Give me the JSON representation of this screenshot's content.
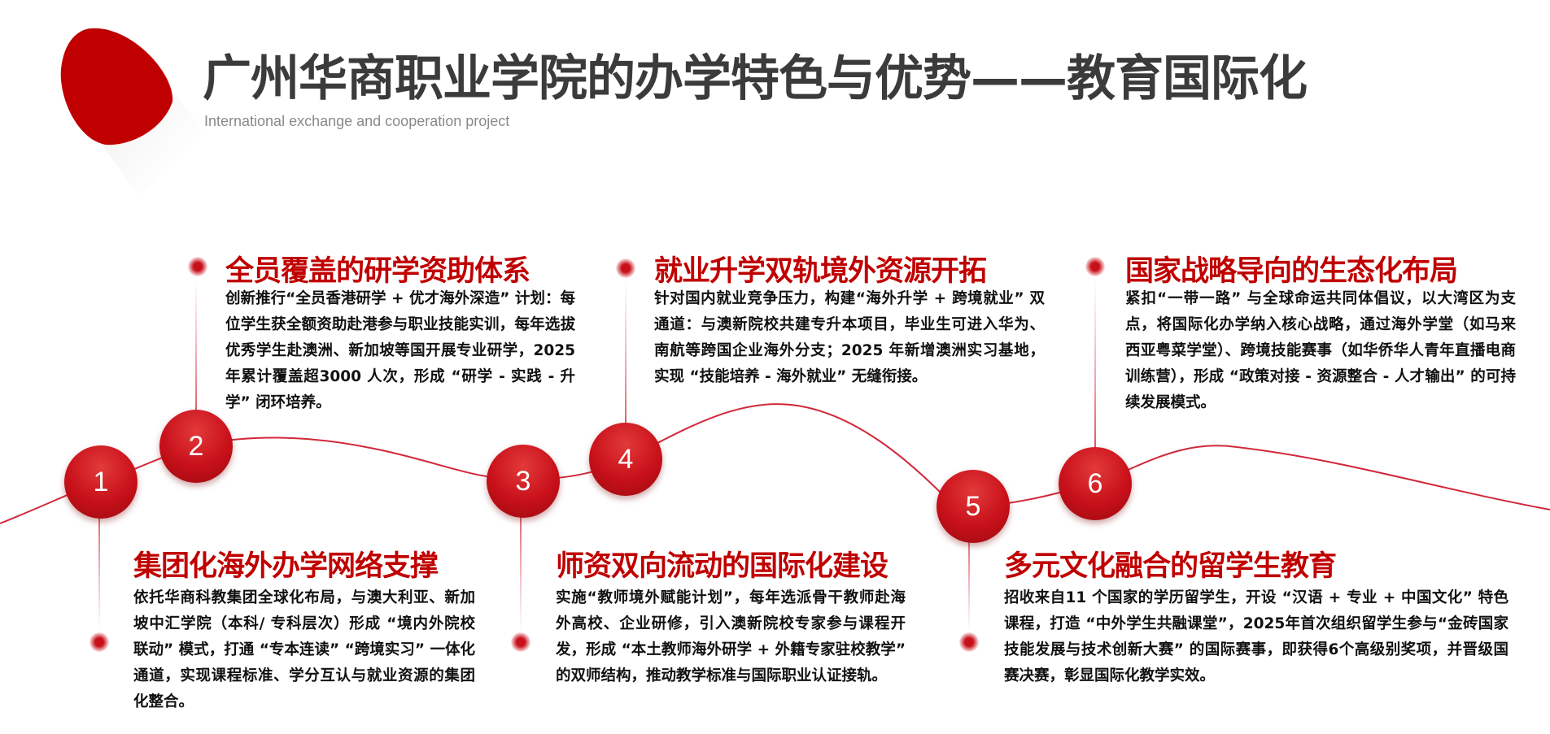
{
  "header": {
    "title": "广州华商职业学院的办学特色与优势——教育国际化",
    "subtitle": "International exchange and cooperation project"
  },
  "colors": {
    "accent": "#c00000",
    "title": "#3b3b3b"
  },
  "items": [
    {
      "number": "1",
      "heading": "集团化海外办学网络支撑",
      "body": "依托华商科教集团全球化布局，与澳大利亚、新加坡中汇学院（本科/ 专科层次）形成 “境内外院校联动” 模式，打通 “专本连读” “跨境实习” 一体化通道，实现课程标准、学分互认与就业资源的集团化整合。"
    },
    {
      "number": "2",
      "heading": "全员覆盖的研学资助体系",
      "body": "创新推行“全员香港研学 + 优才海外深造” 计划：每位学生获全额资助赴港参与职业技能实训，每年选拔优秀学生赴澳洲、新加坡等国开展专业研学，2025 年累计覆盖超3000 人次，形成 “研学 - 实践 - 升学” 闭环培养。"
    },
    {
      "number": "3",
      "heading": "师资双向流动的国际化建设",
      "body": "实施“教师境外赋能计划”，每年选派骨干教师赴海外高校、企业研修，引入澳新院校专家参与课程开发，形成 “本土教师海外研学 + 外籍专家驻校教学” 的双师结构，推动教学标准与国际职业认证接轨。"
    },
    {
      "number": "4",
      "heading": "就业升学双轨境外资源开拓",
      "body": "针对国内就业竞争压力，构建“海外升学 + 跨境就业” 双通道：与澳新院校共建专升本项目，毕业生可进入华为、南航等跨国企业海外分支；2025 年新增澳洲实习基地，实现 “技能培养 - 海外就业” 无缝衔接。"
    },
    {
      "number": "5",
      "heading": "多元文化融合的留学生教育",
      "body": "招收来自11 个国家的学历留学生，开设 “汉语 + 专业 + 中国文化” 特色课程，打造 “中外学生共融课堂”，2025年首次组织留学生参与“金砖国家技能发展与技术创新大赛” 的国际赛事，即获得6个高级别奖项，并晋级国赛决赛，彰显国际化教学实效。"
    },
    {
      "number": "6",
      "heading": "国家战略导向的生态化布局",
      "body": "紧扣“一带一路” 与全球命运共同体倡议，以大湾区为支点，将国际化办学纳入核心战略，通过海外学堂（如马来西亚粤菜学堂）、跨境技能赛事（如华侨华人青年直播电商训练营），形成 “政策对接 - 资源整合 - 人才输出” 的可持续发展模式。"
    }
  ]
}
